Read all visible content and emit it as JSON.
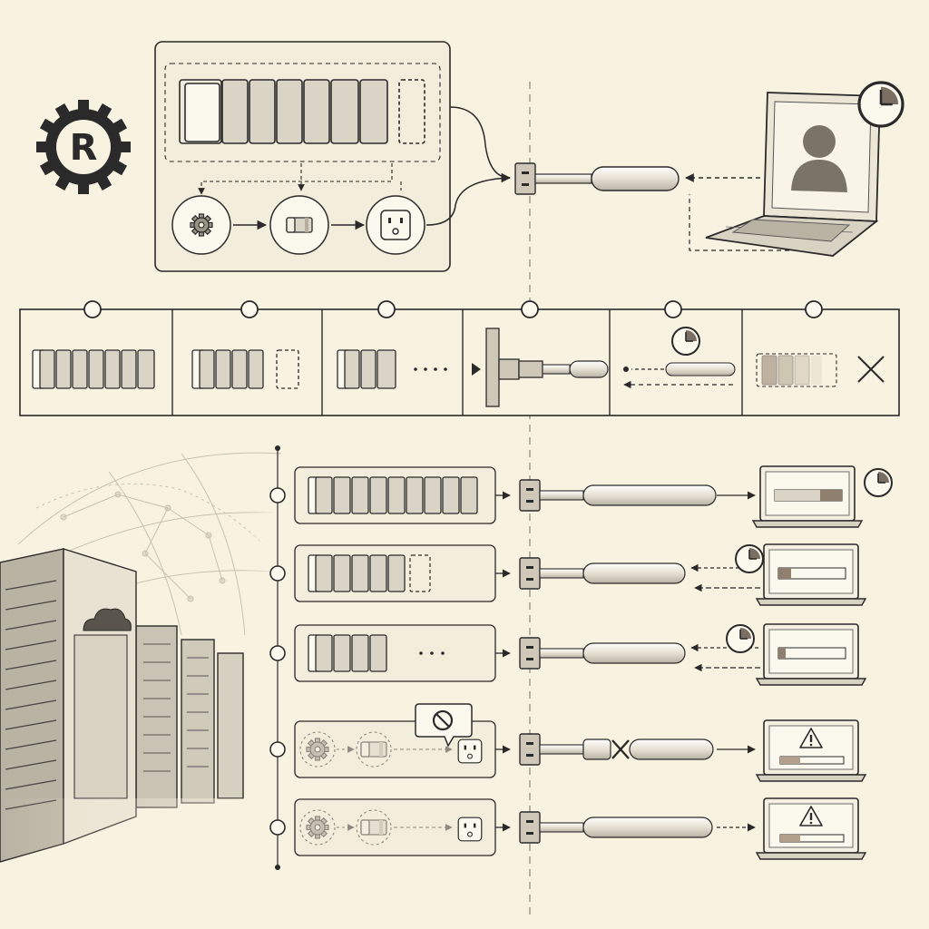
{
  "logo": {
    "letter": "R",
    "icon": "rust-gear-logo"
  },
  "icons": {
    "gear": "gear-icon",
    "chunk": "byte-chunk-icon",
    "socket": "socket-face-icon",
    "plug": "plug-connector-icon",
    "clock": "clock-icon",
    "user": "user-avatar-icon",
    "cross": "cross-icon",
    "blocked": "no-entry-icon",
    "warning": "warning-icon",
    "cloud": "cloud-icon",
    "globe": "globe-network-icon",
    "server": "server-rack-icon",
    "laptop": "laptop-icon"
  },
  "timeline": {
    "stages": [
      "full-buffer",
      "partial-buffer",
      "draining-buffer",
      "plug-connected",
      "timeout-backpressure",
      "buffer-discarded"
    ]
  },
  "scenarios": [
    {
      "status": "ok",
      "client": "progress",
      "chunks_filled": 9,
      "chunks_empty": 0
    },
    {
      "status": "waiting",
      "client": "progress",
      "chunks_filled": 5,
      "chunks_empty": 1
    },
    {
      "status": "waiting",
      "client": "progress",
      "chunks_filled": 4,
      "chunks_empty": 0
    },
    {
      "status": "blocked",
      "client": "warning",
      "chunks_filled": 0,
      "chunks_empty": 0
    },
    {
      "status": "dropped",
      "client": "warning",
      "chunks_filled": 0,
      "chunks_empty": 0
    }
  ],
  "colors": {
    "paper": "#f8f3e1",
    "ink": "#2a2a2a",
    "chunk_fill": "#d9d4c6",
    "box_fill": "#f3eddb",
    "progress_dark": "#8f7f6e",
    "progress_mid": "#b3a08c"
  }
}
